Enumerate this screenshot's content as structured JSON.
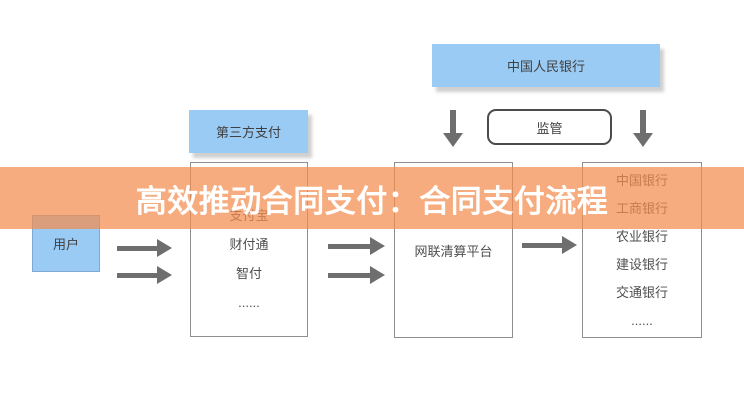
{
  "banner": {
    "title": "高效推动合同支付：合同支付流程",
    "bg_color": "#F28C4E",
    "text_color": "#FFFFFF"
  },
  "diagram": {
    "central_bank": {
      "label": "中国人民银行"
    },
    "supervision": {
      "label": "监管"
    },
    "user": {
      "label": "用户"
    },
    "third_party": {
      "label": "第三方支付",
      "items": [
        "支付宝",
        "财付通",
        "智付",
        "......"
      ]
    },
    "clearing": {
      "label": "网联清算平台"
    },
    "banks": {
      "items": [
        "中国银行",
        "工商银行",
        "农业银行",
        "建设银行",
        "交通银行",
        "......"
      ]
    },
    "colors": {
      "box_blue": "#9ACBF4",
      "arrow_gray": "#6E6E6E",
      "border_gray": "#8F8F8F",
      "supervision_border": "#4B4B4B"
    }
  }
}
